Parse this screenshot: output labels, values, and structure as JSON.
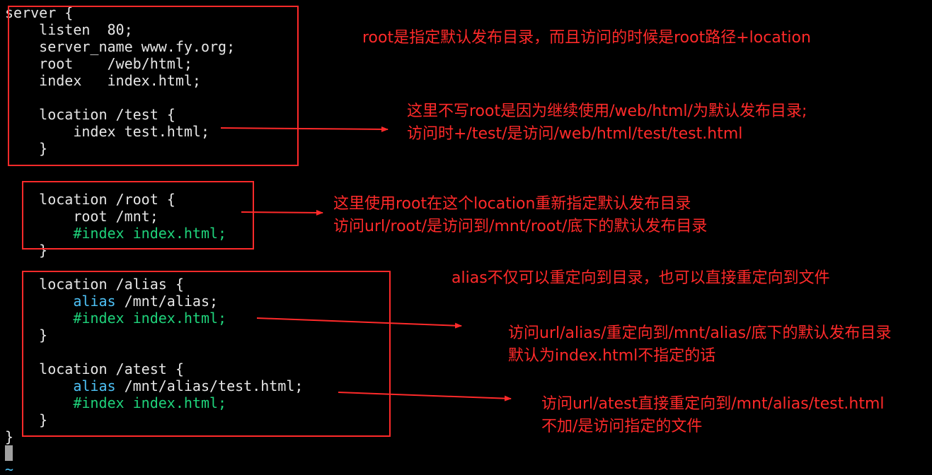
{
  "code": {
    "line_01": "server {",
    "line_02": "    listen  80;",
    "line_03": "    server_name www.fy.org;",
    "line_04": "    root    /web/html;",
    "line_05": "    index   index.html;",
    "line_06": "",
    "line_07": "    location /test {",
    "line_08": "        index test.html;",
    "line_09": "    }",
    "line_10": "",
    "line_11": "    location /root {",
    "line_12": "        root /mnt;",
    "line_13": "        #index index.html;",
    "line_14": "    }",
    "line_15": "",
    "line_16": "    location /alias {",
    "line_17_indent": "        ",
    "line_17_kw": "alias",
    "line_17_rest": " /mnt/alias;",
    "line_18": "        #index index.html;",
    "line_19": "    }",
    "line_20": "",
    "line_21": "    location /atest {",
    "line_22_indent": "        ",
    "line_22_kw": "alias",
    "line_22_rest": " /mnt/alias/test.html;",
    "line_23": "        #index index.html;",
    "line_24": "    }",
    "line_25": "}",
    "empty_line_marker": "~"
  },
  "annotations": {
    "note_root": "root是指定默认发布目录，而且访问的时候是root路径+location",
    "note_test_1": "这里不写root是因为继续使用/web/html/为默认发布目录;",
    "note_test_2": "访问时+/test/是访问/web/html/test/test.html",
    "note_rootloc_1": "这里使用root在这个location重新指定默认发布目录",
    "note_rootloc_2": "访问url/root/是访问到/mnt/root/底下的默认发布目录",
    "note_alias_general": "alias不仅可以重定向到目录，也可以直接重定向到文件",
    "note_alias_1": "访问url/alias/重定向到/mnt/alias/底下的默认发布目录",
    "note_alias_2": "默认为index.html不指定的话",
    "note_atest_1": "访问url/atest直接重定向到/mnt/alias/test.html",
    "note_atest_2": "不加/是访问指定的文件"
  },
  "colors": {
    "background": "#000000",
    "code_text": "#e6e6e6",
    "keyword": "#4ec2f7",
    "comment": "#1fd37b",
    "annotation": "#ff2a2a"
  }
}
